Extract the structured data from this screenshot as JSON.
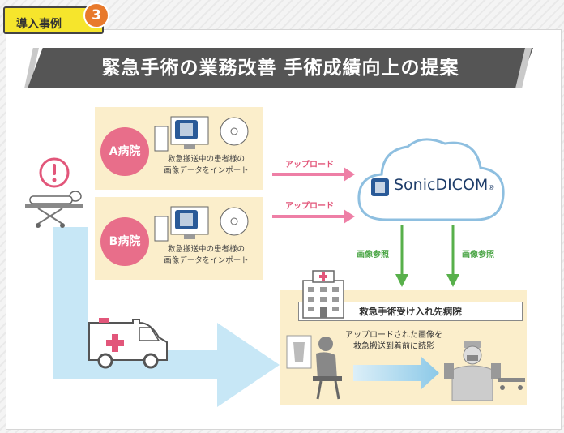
{
  "tag": {
    "label": "導入事例",
    "number": "3"
  },
  "title": "緊急手術の業務改善 手術成績向上の提案",
  "hospitals": [
    {
      "name": "A病院",
      "description_line1": "救急搬送中の患者様の",
      "description_line2": "画像データをインポート"
    },
    {
      "name": "B病院",
      "description_line1": "救急搬送中の患者様の",
      "description_line2": "画像データをインポート"
    }
  ],
  "upload_labels": [
    "アップロード",
    "アップロード"
  ],
  "cloud": {
    "brand": "SonicDICOM",
    "trademark": "®"
  },
  "reference_labels": [
    "画像参照",
    "画像参照"
  ],
  "receiving": {
    "title": "救急手術受け入れ先病院",
    "note_line1": "アップロードされた画像を",
    "note_line2": "救急搬送到着前に読影"
  },
  "colors": {
    "accent_pink": "#e86e8a",
    "arrow_pink": "#ee7fa6",
    "cloud_blue": "#7fb3d8",
    "flow_blue": "#bfe3f4",
    "ref_green": "#58b04b",
    "panel": "#fbeecb"
  }
}
